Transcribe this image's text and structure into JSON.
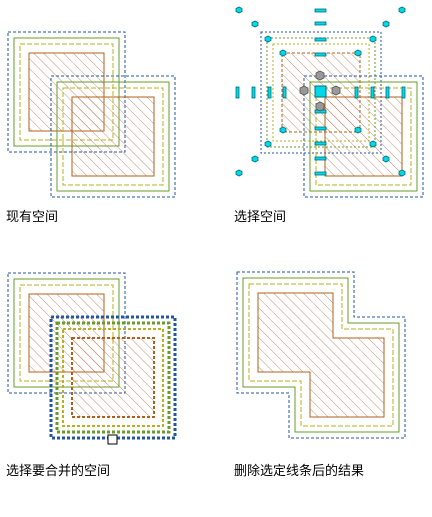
{
  "captions": {
    "existing": "现有空间",
    "select": "选择空间",
    "select_merge": "选择要合并的空间",
    "result": "删除选定线条后的结果"
  },
  "colors": {
    "blue": "#2255a4",
    "green": "#6a9b2a",
    "olive": "#b8b020",
    "brown": "#b0601c",
    "hatch": "#c0704a",
    "grip": "#00d8e8",
    "grip_edge": "#006f7a",
    "gray_grip": "#999999"
  }
}
